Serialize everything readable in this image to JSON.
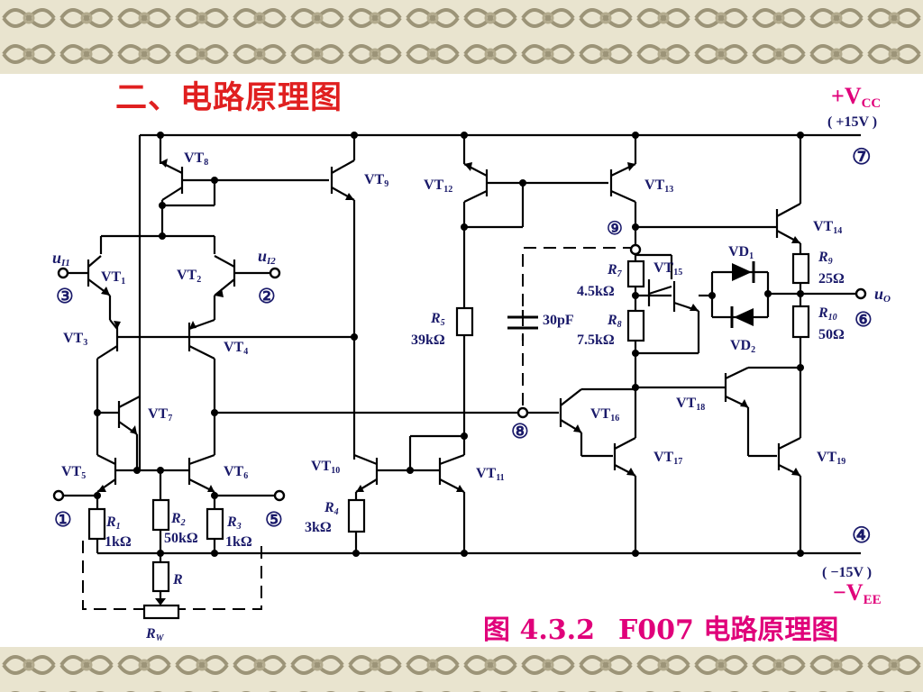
{
  "slide": {
    "title": "二、电路原理图",
    "caption_number": "图 4.3.2",
    "caption_text": "F007 电路原理图"
  },
  "colors": {
    "title": "#e02020",
    "caption": "#e0007a",
    "wire": "#000000",
    "label": "#1a1a6a",
    "band": "#e9e4cf",
    "band_pattern": "#9c9478"
  },
  "supply": {
    "vcc_label": "+V",
    "vcc_sub": "CC",
    "vcc_value": "( +15V )",
    "vee_label": "−V",
    "vee_sub": "EE",
    "vee_value": "( −15V )"
  },
  "pins": {
    "p1": "①",
    "p2": "②",
    "p3": "③",
    "p4": "④",
    "p5": "⑤",
    "p6": "⑥",
    "p7": "⑦",
    "p8": "⑧",
    "p9": "⑨"
  },
  "signals": {
    "u11": "u",
    "u11_sub": "I1",
    "u12": "u",
    "u12_sub": "I2",
    "uo": "u",
    "uo_sub": "O"
  },
  "transistors": {
    "vt1": "VT",
    "vt1_sub": "1",
    "vt2": "VT",
    "vt2_sub": "2",
    "vt3": "VT",
    "vt3_sub": "3",
    "vt4": "VT",
    "vt4_sub": "4",
    "vt5": "VT",
    "vt5_sub": "5",
    "vt6": "VT",
    "vt6_sub": "6",
    "vt7": "VT",
    "vt7_sub": "7",
    "vt8": "VT",
    "vt8_sub": "8",
    "vt9": "VT",
    "vt9_sub": "9",
    "vt10": "VT",
    "vt10_sub": "10",
    "vt11": "VT",
    "vt11_sub": "11",
    "vt12": "VT",
    "vt12_sub": "12",
    "vt13": "VT",
    "vt13_sub": "13",
    "vt14": "VT",
    "vt14_sub": "14",
    "vt15": "VT",
    "vt15_sub": "15",
    "vt16": "VT",
    "vt16_sub": "16",
    "vt17": "VT",
    "vt17_sub": "17",
    "vt18": "VT",
    "vt18_sub": "18",
    "vt19": "VT",
    "vt19_sub": "19"
  },
  "diodes": {
    "vd1": "VD",
    "vd1_sub": "1",
    "vd2": "VD",
    "vd2_sub": "2"
  },
  "resistors": {
    "r1": "R",
    "r1_sub": "1",
    "r1_val": "1kΩ",
    "r2": "R",
    "r2_sub": "2",
    "r2_val": "50kΩ",
    "r3": "R",
    "r3_sub": "3",
    "r3_val": "1kΩ",
    "r4": "R",
    "r4_sub": "4",
    "r4_val": "3kΩ",
    "r5": "R",
    "r5_sub": "5",
    "r5_val": "39kΩ",
    "r7": "R",
    "r7_sub": "7",
    "r7_val": "4.5kΩ",
    "r8": "R",
    "r8_sub": "8",
    "r8_val": "7.5kΩ",
    "r9": "R",
    "r9_sub": "9",
    "r9_val": "25Ω",
    "r10": "R",
    "r10_sub": "10",
    "r10_val": "50Ω",
    "r": "R",
    "rw": "R",
    "rw_sub": "W"
  },
  "capacitor": {
    "c_val": "30pF"
  }
}
